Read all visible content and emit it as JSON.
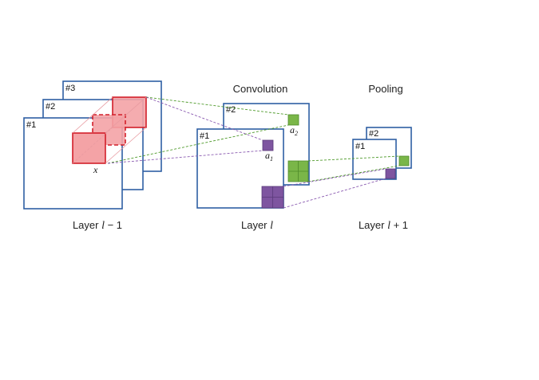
{
  "diagram": {
    "headings": {
      "convolution": "Convolution",
      "pooling": "Pooling"
    },
    "layers": {
      "prev": {
        "prefix": "Layer ",
        "var": "l",
        "suffix": " − 1"
      },
      "curr": {
        "prefix": "Layer ",
        "var": "l",
        "suffix": ""
      },
      "next": {
        "prefix": "Layer ",
        "var": "l",
        "suffix": " + 1"
      }
    },
    "maps": {
      "prev": [
        "#1",
        "#2",
        "#3"
      ],
      "curr": [
        "#1",
        "#2"
      ],
      "next": [
        "#1",
        "#2"
      ]
    },
    "symbols": {
      "input": "x",
      "a1_base": "a",
      "a1_sub": "1",
      "a2_base": "a",
      "a2_sub": "2"
    },
    "colors": {
      "frame": "#2e5fa3",
      "kernel_fill": "#f4a3a6",
      "kernel_stroke": "#d21f2a",
      "purple": "#7e55a0",
      "green": "#7ab648"
    }
  }
}
